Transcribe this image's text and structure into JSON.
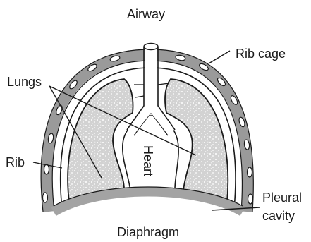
{
  "labels": {
    "airway": "Airway",
    "rib_cage": "Rib cage",
    "lungs": "Lungs",
    "rib": "Rib",
    "heart": "Heart",
    "pleural_line1": "Pleural",
    "pleural_line2": "cavity",
    "diaphragm": "Diaphragm"
  },
  "colors": {
    "rib_cage": "#9a9a9a",
    "diaphragm": "#a3a3a3",
    "lung_fill": "#d6d6d6",
    "outline": "#1a1a1a",
    "background": "#ffffff"
  }
}
